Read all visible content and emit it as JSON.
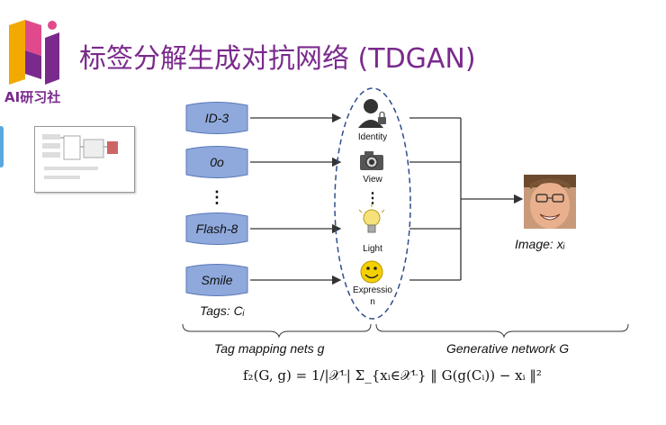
{
  "header": {
    "logo_text": "AI研习社",
    "title": "标签分解生成对抗网络 (TDGAN)"
  },
  "diagram": {
    "tags": [
      "ID-3",
      "0o",
      "Flash-8",
      "Smile"
    ],
    "tags_caption": "Tags: Cᵢ",
    "attributes": [
      "Identity",
      "View",
      "Light",
      "Expressio",
      "n"
    ],
    "image_caption": "Image: xᵢ",
    "tag_mapping_caption": "Tag mapping nets g",
    "generative_caption": "Generative network G"
  },
  "formula": "f₂(G, g) = 1/|𝒳ᴸ| Σ_{xᵢ∈𝒳ᴸ} ‖ G(g(Cᵢ)) − xᵢ ‖²",
  "colors": {
    "brand_purple": "#7a2a8c",
    "tag_fill": "#8fa9dc",
    "ellipse_stroke": "#2f4e8c"
  }
}
